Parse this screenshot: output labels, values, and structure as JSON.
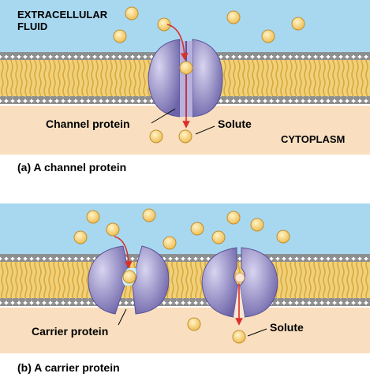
{
  "panel_a": {
    "extracellular_label_line1": "EXTRACELLULAR",
    "extracellular_label_line2": "FLUID",
    "cytoplasm_label": "CYTOPLASM",
    "channel_protein_label": "Channel protein",
    "solute_label": "Solute",
    "caption": "(a) A channel protein"
  },
  "panel_b": {
    "carrier_protein_label": "Carrier protein",
    "solute_label": "Solute",
    "caption": "(b) A carrier protein"
  },
  "colors": {
    "extracellular": "#a8d8f0",
    "cytoplasm": "#f9dfc0",
    "lipid_head": "#8c8c8c",
    "lipid_tail": "#e0b84c",
    "protein": "#9892c6",
    "protein_dark": "#6c63a8",
    "solute": "#f7d27a",
    "arrow": "#d9302c"
  }
}
